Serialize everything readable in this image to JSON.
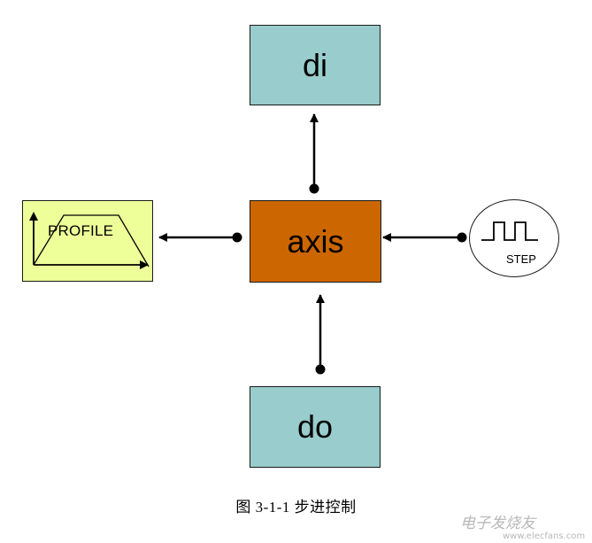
{
  "diagram": {
    "nodes": {
      "di": {
        "label": "di",
        "color": "#99cccc"
      },
      "axis": {
        "label": "axis",
        "color": "#cc6600"
      },
      "do": {
        "label": "do",
        "color": "#99cccc"
      },
      "profile": {
        "label": "PROFILE",
        "color": "#eeff99"
      },
      "step": {
        "label": "STEP",
        "color": "#ffffff"
      }
    },
    "edges": [
      {
        "from": "axis",
        "to": "di"
      },
      {
        "from": "axis",
        "to": "profile"
      },
      {
        "from": "step",
        "to": "axis"
      },
      {
        "from": "do",
        "to": "axis"
      }
    ]
  },
  "caption": "图 3-1-1  步进控制",
  "watermark": {
    "text": "电子发烧友",
    "url": "www.elecfans.com"
  }
}
